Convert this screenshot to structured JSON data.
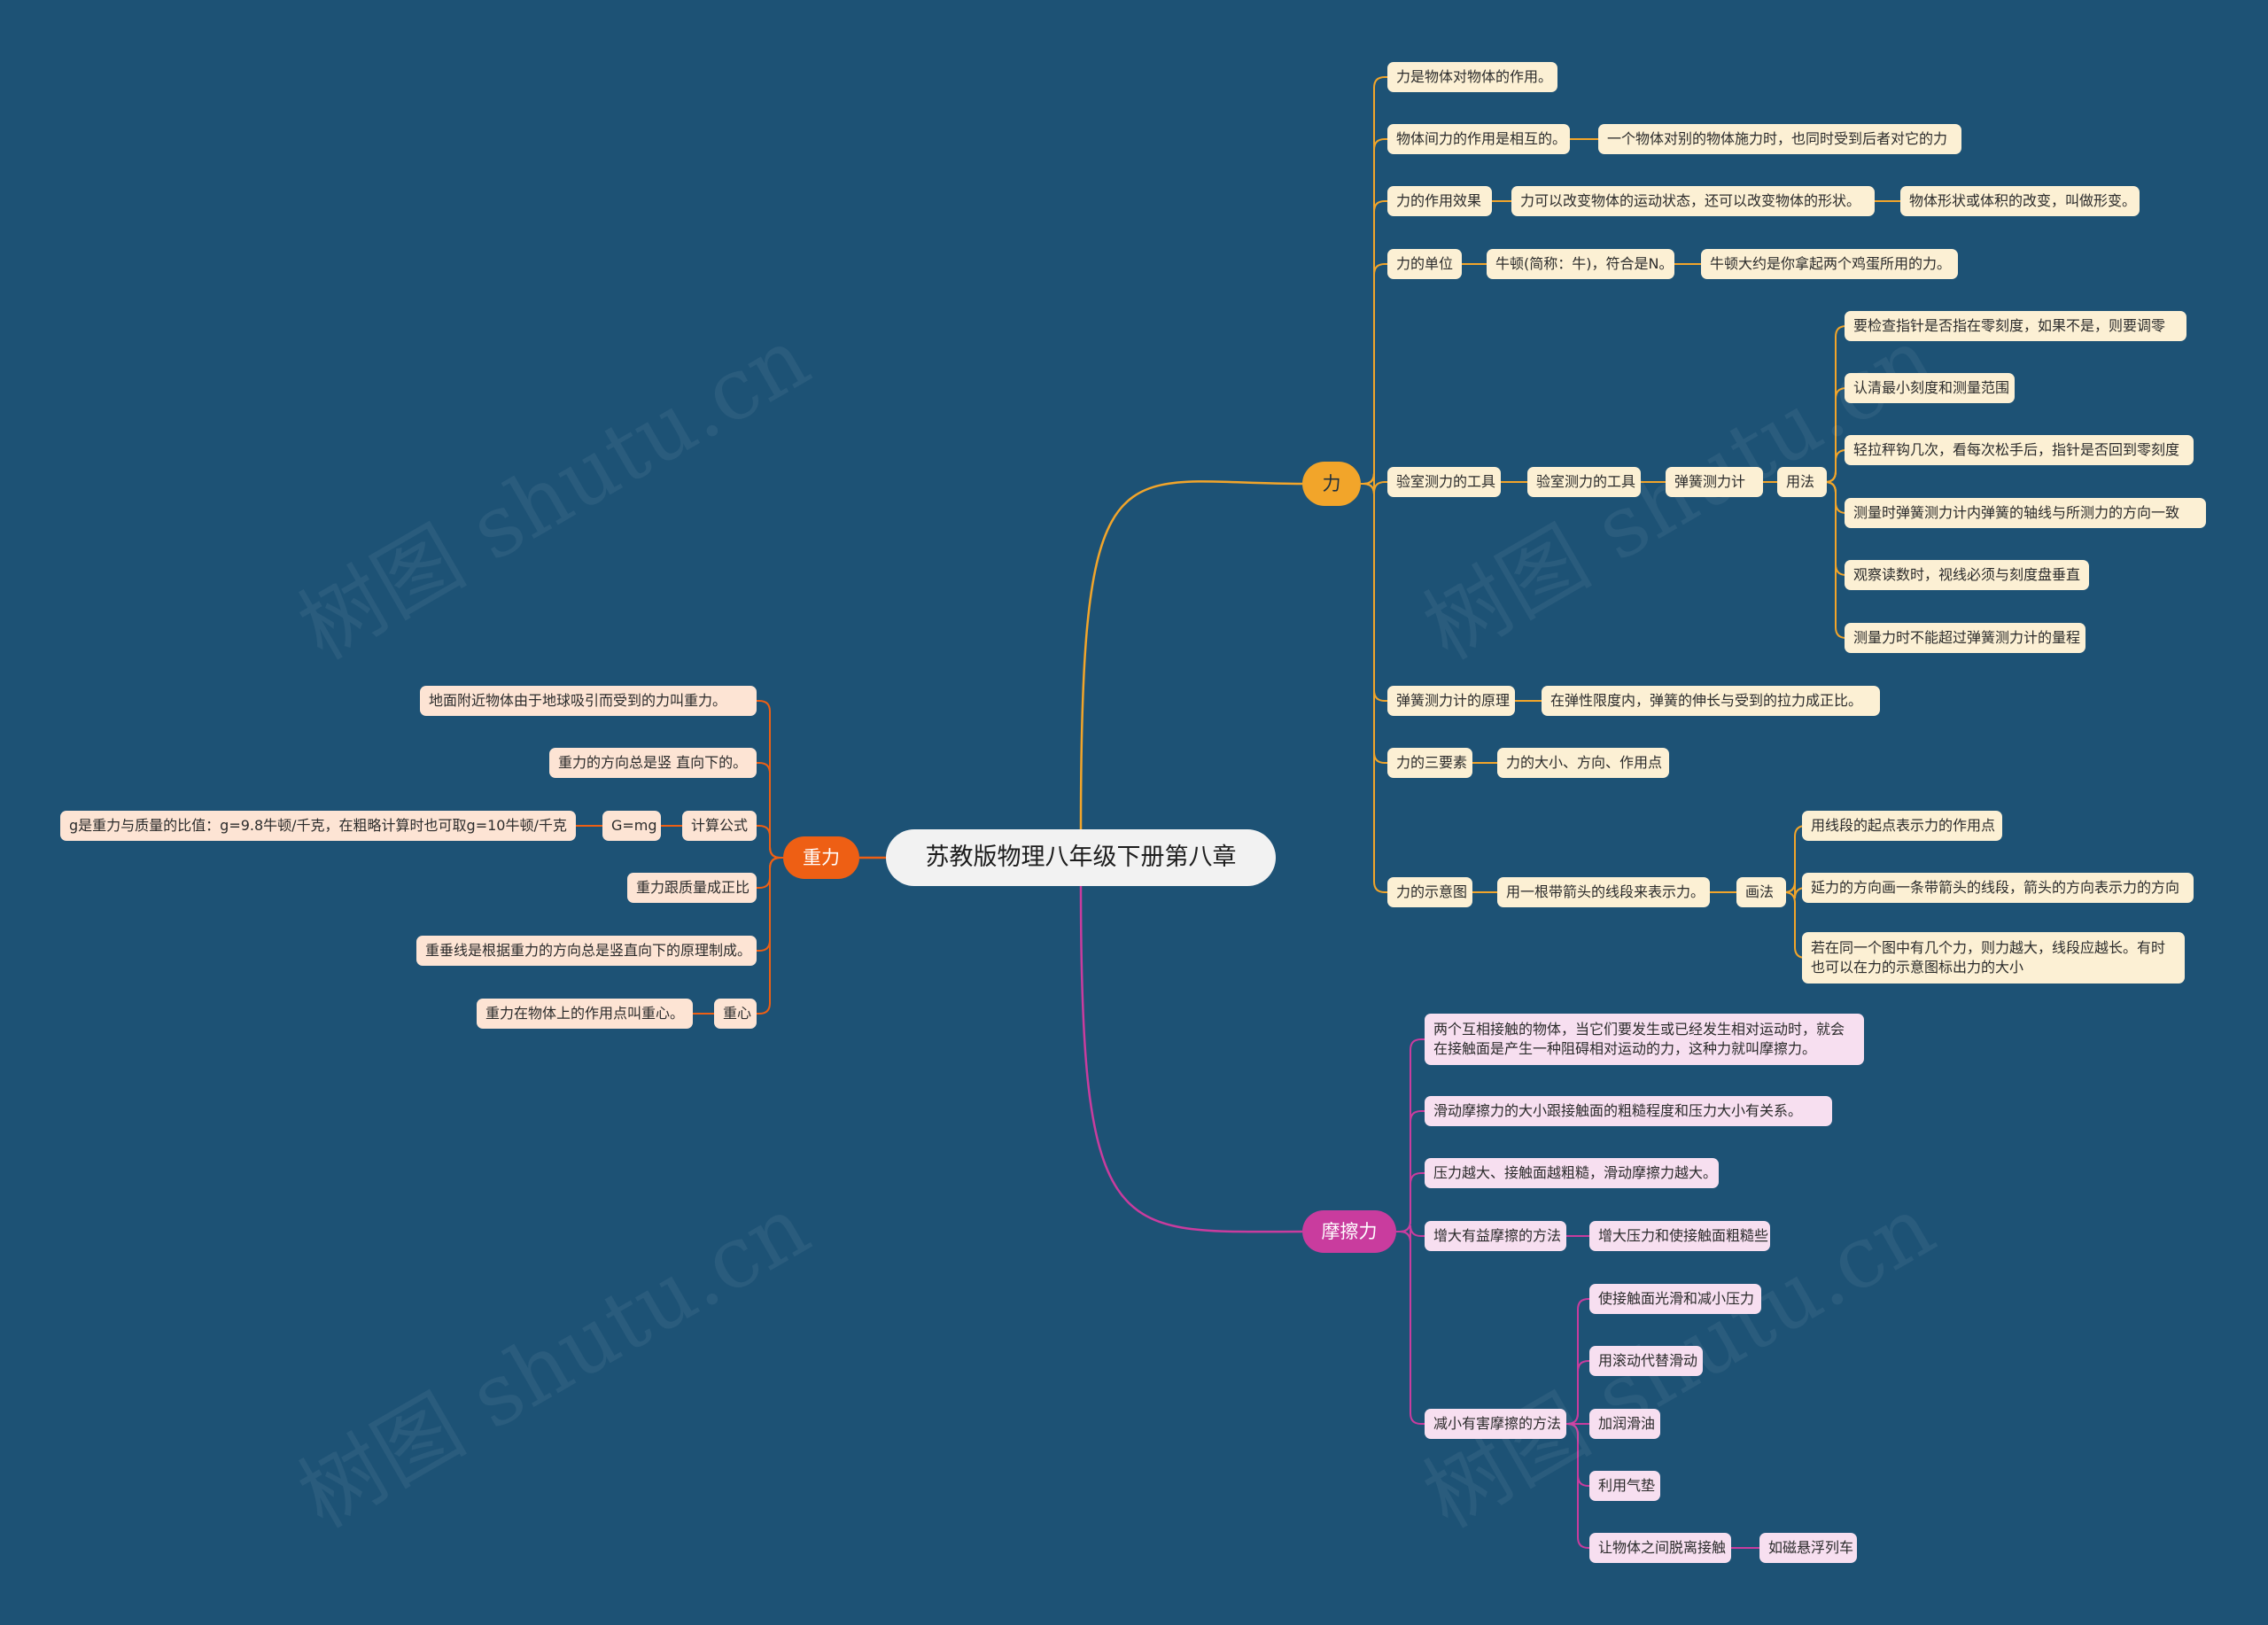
{
  "colors": {
    "background": "#1d5275",
    "force_branch": "#f2a52a",
    "friction_branch": "#c93c9e",
    "gravity_branch": "#ee5f14"
  },
  "watermark": "树图 shutu.cn",
  "root": "苏教版物理八年级下册第八章",
  "force": {
    "label": "力",
    "n1": "力是物体对物体的作用。",
    "n2": "物体间力的作用是相互的。",
    "n2a": "一个物体对别的物体施力时，也同时受到后者对它的力",
    "n3": "力的作用效果",
    "n3a": "力可以改变物体的运动状态，还可以改变物体的形状。",
    "n3b": "物体形状或体积的改变，叫做形变。",
    "n4": "力的单位",
    "n4a": "牛顿(简称：牛)，符合是N。",
    "n4b": "牛顿大约是你拿起两个鸡蛋所用的力。",
    "n5": "验室测力的工具",
    "n5a": "验室测力的工具",
    "n5b": "弹簧测力计",
    "n5c": "用法",
    "usage": [
      "要检查指针是否指在零刻度，如果不是，则要调零",
      "认清最小刻度和测量范围",
      "轻拉秤钩几次，看每次松手后，指针是否回到零刻度",
      "测量时弹簧测力计内弹簧的轴线与所测力的方向一致",
      "观察读数时，视线必须与刻度盘垂直",
      "测量力时不能超过弹簧测力计的量程"
    ],
    "n6": "弹簧测力计的原理",
    "n6a": "在弹性限度内，弹簧的伸长与受到的拉力成正比。",
    "n7": "力的三要素",
    "n7a": "力的大小、方向、作用点",
    "n8": "力的示意图",
    "n8a": "用一根带箭头的线段来表示力。",
    "n8b": "画法",
    "drawing": [
      "用线段的起点表示力的作用点",
      "延力的方向画一条带箭头的线段，箭头的方向表示力的方向",
      "若在同一个图中有几个力，则力越大，线段应越长。有时也可以在力的示意图标出力的大小"
    ]
  },
  "friction": {
    "label": "摩擦力",
    "n1": "两个互相接触的物体，当它们要发生或已经发生相对运动时，就会在接触面是产生一种阻碍相对运动的力，这种力就叫摩擦力。",
    "n2": "滑动摩擦力的大小跟接触面的粗糙程度和压力大小有关系。",
    "n3": "压力越大、接触面越粗糙，滑动摩擦力越大。",
    "n4": "增大有益摩擦的方法",
    "n4a": "增大压力和使接触面粗糙些",
    "n5": "减小有害摩擦的方法",
    "reduce": [
      "使接触面光滑和减小压力",
      "用滚动代替滑动",
      "加润滑油",
      "利用气垫",
      "让物体之间脱离接触"
    ],
    "n5e": "如磁悬浮列车"
  },
  "gravity": {
    "label": "重力",
    "n1": "地面附近物体由于地球吸引而受到的力叫重力。",
    "n2": "重力的方向总是竖  直向下的。",
    "n3": "计算公式",
    "n3a": "G=mg",
    "n3b": "g是重力与质量的比值：g=9.8牛顿/千克，在粗略计算时也可取g=10牛顿/千克",
    "n4": "重力跟质量成正比",
    "n5": "重垂线是根据重力的方向总是竖直向下的原理制成。",
    "n6": "重心",
    "n6a": "重力在物体上的作用点叫重心。"
  }
}
